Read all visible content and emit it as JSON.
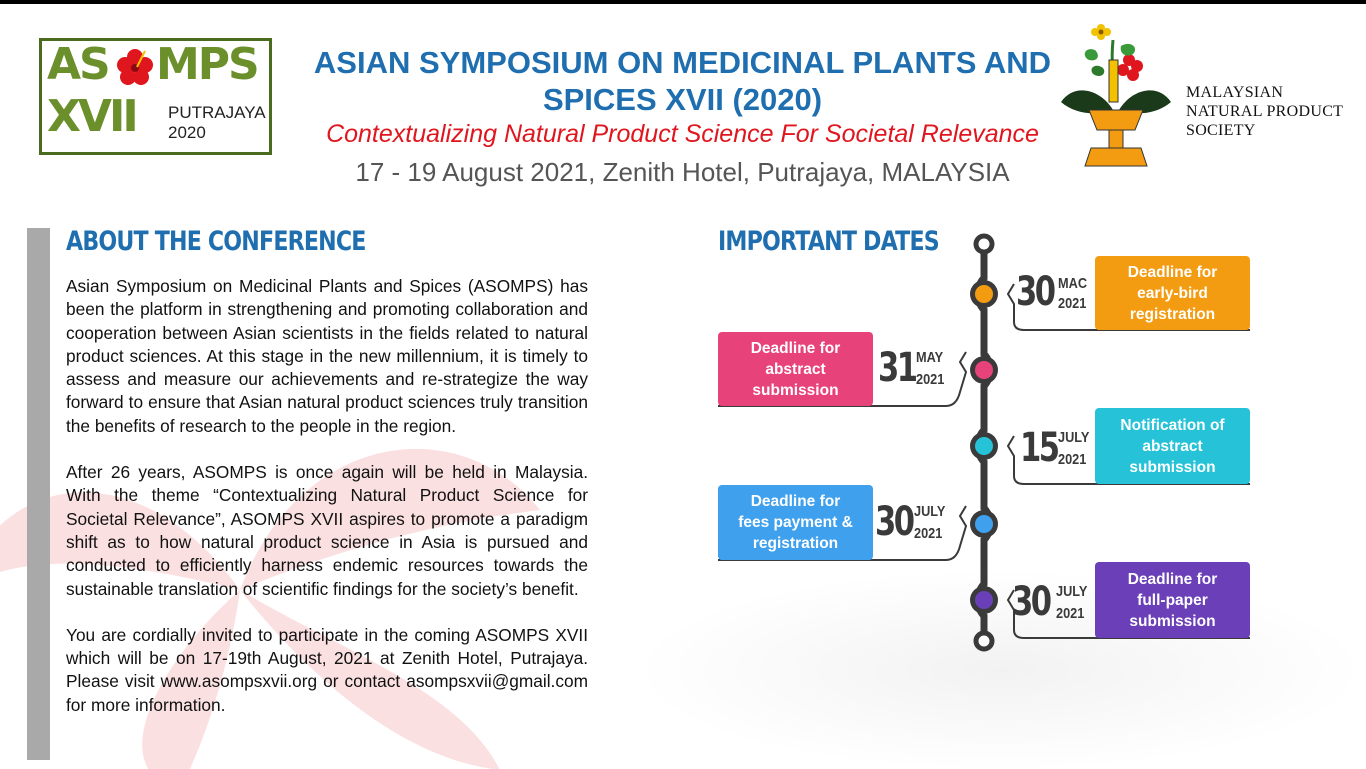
{
  "logo": {
    "word_left": "AS",
    "word_right": "MPS",
    "numeral": "XVII",
    "place": "PUTRAJAYA",
    "year": "2020"
  },
  "header": {
    "title_line1": "ASIAN SYMPOSIUM ON MEDICINAL PLANTS AND",
    "title_line2": "SPICES XVII (2020)",
    "subtitle": "Contextualizing Natural Product Science For Societal Relevance",
    "date_venue": "17 - 19 August 2021, Zenith Hotel, Putrajaya, MALAYSIA"
  },
  "society": {
    "line1": "MALAYSIAN",
    "line2": "NATURAL PRODUCT",
    "line3": "SOCIETY"
  },
  "about": {
    "heading": "ABOUT THE CONFERENCE",
    "paragraphs": [
      "Asian Symposium on Medicinal Plants and Spices (ASOMPS) has been the platform in strengthening and promoting collaboration and cooperation between Asian scientists in the fields related to natural product sciences. At this stage in the new millennium, it is timely to assess and measure our achievements and re-strategize the way forward to ensure that Asian natural product sciences truly transition the benefits of research to the people in the region.",
      "After 26 years, ASOMPS is once again will be held in Malaysia. With the theme “Contextualizing Natural Product Science for Societal Relevance”, ASOMPS XVII aspires to promote a paradigm shift as to how natural product science in Asia is pursued and conducted to efficiently harness endemic resources towards the sustainable translation of scientific findings for the society’s benefit.",
      "You are cordially invited to participate in the coming ASOMPS XVII which will be on 17-19th August, 2021 at Zenith Hotel, Putrajaya. Please visit www.asompsxvii.org or contact asompsxvii@gmail.com for more information."
    ]
  },
  "dates": {
    "heading": "IMPORTANT DATES",
    "items": [
      {
        "day": "30",
        "month": "MAC",
        "year": "2021",
        "label_lines": [
          "Deadline for",
          "early-bird",
          "registration"
        ],
        "color": "#f39c12"
      },
      {
        "day": "31",
        "month": "MAY",
        "year": "2021",
        "label_lines": [
          "Deadline for",
          "abstract",
          "submission"
        ],
        "color": "#e8427a"
      },
      {
        "day": "15",
        "month": "JULY",
        "year": "2021",
        "label_lines": [
          "Notification of",
          "abstract",
          "submission"
        ],
        "color": "#26c2d8"
      },
      {
        "day": "30",
        "month": "JULY",
        "year": "2021",
        "label_lines": [
          "Deadline for",
          "fees payment &",
          "registration"
        ],
        "color": "#3fa1ee"
      },
      {
        "day": "30",
        "month": "JULY",
        "year": "2021",
        "label_lines": [
          "Deadline for",
          "full-paper",
          "submission"
        ],
        "color": "#6a3fb8"
      }
    ]
  }
}
